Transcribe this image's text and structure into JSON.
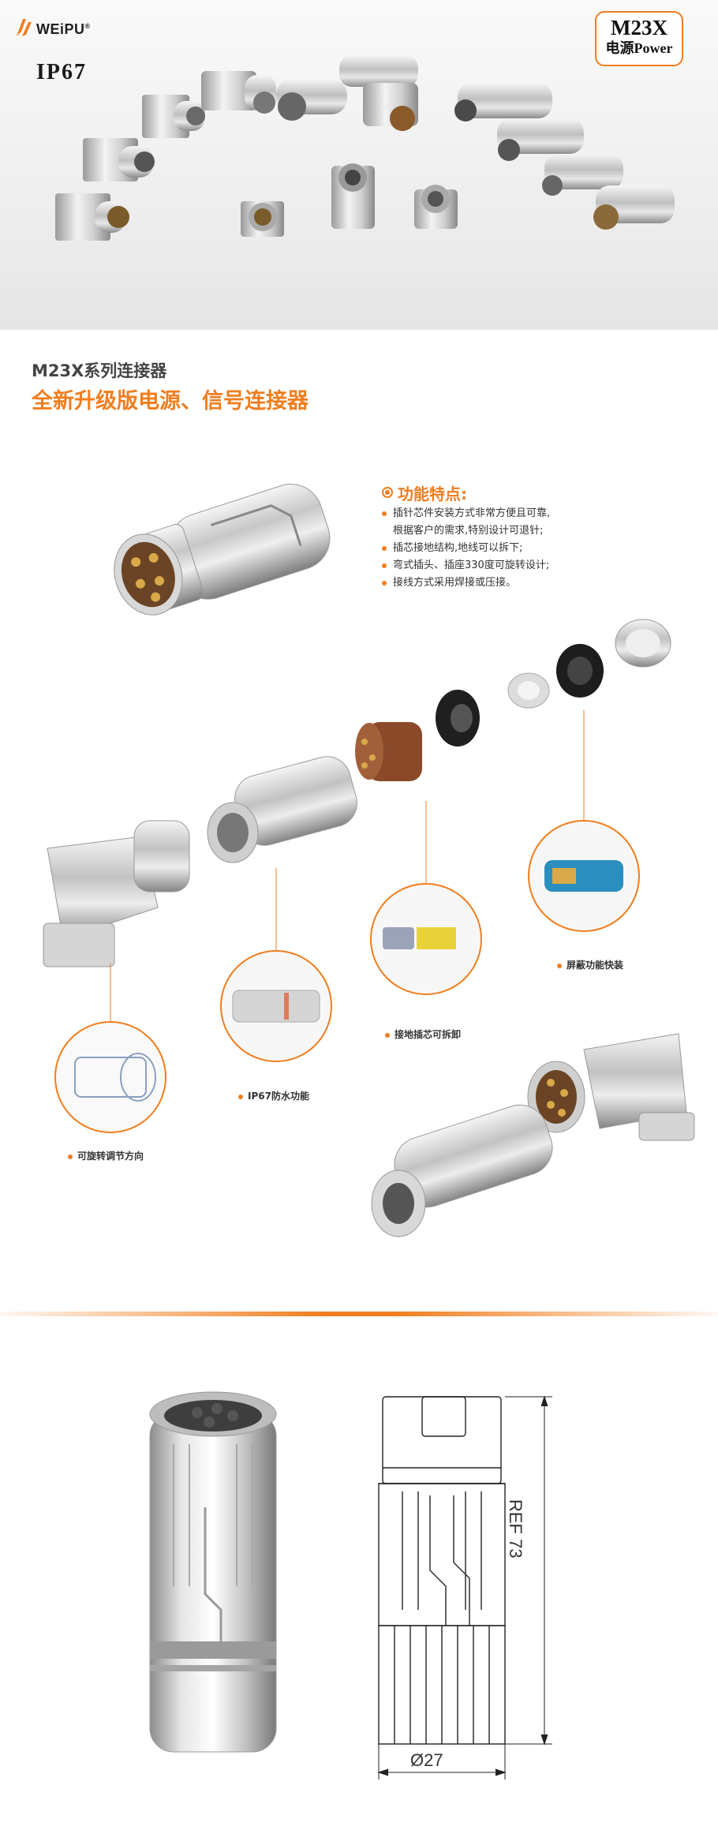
{
  "brand": {
    "name": "WEiPU",
    "mark": "®"
  },
  "rating": "IP67",
  "badge": {
    "model": "M23X",
    "subtitle": "电源Power"
  },
  "series_title": "M23X系列连接器",
  "headline": "全新升级版电源、信号连接器",
  "features": {
    "title": "功能特点:",
    "items": [
      {
        "line1": "插针芯件安装方式非常方便且可靠,",
        "line2": "根据客户的需求,特别设计可退针;"
      },
      {
        "line1": "插芯接地结构,地线可以拆下;"
      },
      {
        "line1": "弯式插头、插座330度可旋转设计;"
      },
      {
        "line1": "接线方式采用焊接或压接。"
      }
    ]
  },
  "callouts": {
    "shield": "屏蔽功能快装",
    "ground": "接地插芯可拆卸",
    "waterproof": "IP67防水功能",
    "rotate": "可旋转调节方向"
  },
  "dimensions": {
    "length": "REF 73",
    "diameter": "Ø27"
  },
  "colors": {
    "accent": "#f07e1f",
    "text_dark": "#333333",
    "metal_light": "#e9e9e9",
    "metal_dark": "#8a8a8a",
    "insulator_brown": "#8a4a2a",
    "gold_pin": "#b98a2e"
  }
}
